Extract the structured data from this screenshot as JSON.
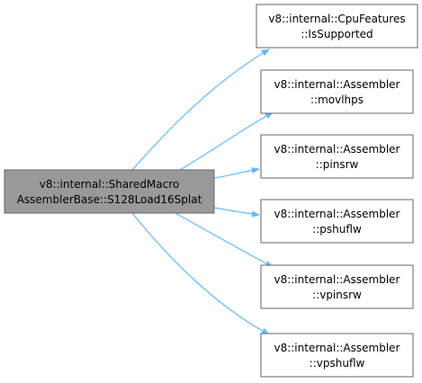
{
  "colors": {
    "source_fill": "#999999",
    "source_border": "#666666",
    "target_fill": "#ffffff",
    "target_border": "#666666",
    "edge": "#63b8ff"
  },
  "source": {
    "line1": "v8::internal::SharedMacro",
    "line2": "AssemblerBase::S128Load16Splat"
  },
  "targets": [
    {
      "line1": "v8::internal::CpuFeatures",
      "line2": "::IsSupported"
    },
    {
      "line1": "v8::internal::Assembler",
      "line2": "::movlhps"
    },
    {
      "line1": "v8::internal::Assembler",
      "line2": "::pinsrw"
    },
    {
      "line1": "v8::internal::Assembler",
      "line2": "::pshuflw"
    },
    {
      "line1": "v8::internal::Assembler",
      "line2": "::vpinsrw"
    },
    {
      "line1": "v8::internal::Assembler",
      "line2": "::vpshuflw"
    }
  ]
}
